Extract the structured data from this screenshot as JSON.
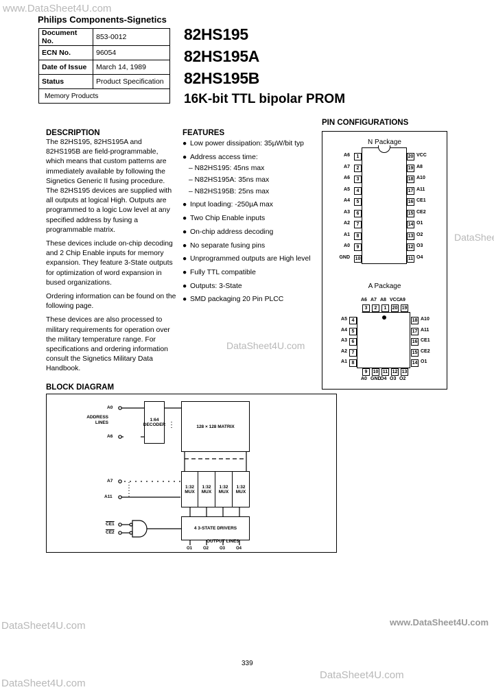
{
  "watermarks": {
    "top_left": "www.DataSheet4U.com",
    "right_edge": "DataShee",
    "middle": "DataSheet4U.com",
    "bottom_left_1": "DataSheet4U.com",
    "bottom_right_1": "www.DataSheet4U.com",
    "bottom_right_2": "DataSheet4U.com",
    "bottom_left_2": "DataSheet4U.com"
  },
  "header": {
    "company": "Philips Components-Signetics",
    "info_table": [
      {
        "key": "Document No.",
        "value": "853-0012"
      },
      {
        "key": "ECN No.",
        "value": "96054"
      },
      {
        "key": "Date of Issue",
        "value": "March 14, 1989"
      },
      {
        "key": "Status",
        "value": "Product Specification"
      }
    ],
    "category": "Memory Products",
    "part_numbers": [
      "82HS195",
      "82HS195A",
      "82HS195B"
    ],
    "subtitle": "16K-bit TTL bipolar PROM"
  },
  "description": {
    "heading": "DESCRIPTION",
    "paragraphs": [
      "The 82HS195, 82HS195A and 82HS195B are field-programmable, which means that custom patterns are immediately available by following the Signetics Generic II fusing procedure. The 82HS195 devices are supplied with all outputs at logical High. Outputs are programmed to a logic Low level at any specified address by fusing a programmable matrix.",
      "These devices include on-chip decoding and 2 Chip Enable inputs for memory expansion. They feature 3-State outputs for optimization of word expansion in bused organizations.",
      "Ordering information can be found on the following page.",
      "These devices are also processed to military requirements for operation over the military temperature range. For specifications and ordering information consult the Signetics Military Data Handbook."
    ]
  },
  "features": {
    "heading": "FEATURES",
    "items": [
      {
        "text": "Low power dissipation: 35µW/bit typ"
      },
      {
        "text": "Address access time:"
      },
      {
        "text": "Input loading: -250µA max"
      },
      {
        "text": "Two Chip Enable inputs"
      },
      {
        "text": "On-chip address decoding"
      },
      {
        "text": "No separate fusing pins"
      },
      {
        "text": "Unprogrammed outputs are High level"
      },
      {
        "text": "Fully TTL compatible"
      },
      {
        "text": "Outputs: 3-State"
      },
      {
        "text": "SMD packaging 20 Pin PLCC"
      }
    ],
    "access_times": [
      "– N82HS195: 45ns max",
      "– N82HS195A: 35ns max",
      "– N82HS195B: 25ns max"
    ],
    "bullet": "●"
  },
  "pin_configurations": {
    "heading": "PIN CONFIGURATIONS",
    "n_package": {
      "title": "N Package",
      "left": [
        {
          "name": "A6",
          "num": "1"
        },
        {
          "name": "A7",
          "num": "2"
        },
        {
          "name": "A6",
          "num": "3"
        },
        {
          "name": "A5",
          "num": "4"
        },
        {
          "name": "A4",
          "num": "5"
        },
        {
          "name": "A3",
          "num": "6"
        },
        {
          "name": "A2",
          "num": "7"
        },
        {
          "name": "A1",
          "num": "8"
        },
        {
          "name": "A0",
          "num": "9"
        },
        {
          "name": "GND",
          "num": "10"
        }
      ],
      "right": [
        {
          "name": "VCC",
          "num": "20"
        },
        {
          "name": "A8",
          "num": "19"
        },
        {
          "name": "A10",
          "num": "18"
        },
        {
          "name": "A11",
          "num": "17"
        },
        {
          "name": "CE1",
          "num": "16"
        },
        {
          "name": "CE2",
          "num": "15"
        },
        {
          "name": "O1",
          "num": "14"
        },
        {
          "name": "O2",
          "num": "13"
        },
        {
          "name": "O3",
          "num": "12"
        },
        {
          "name": "O4",
          "num": "11"
        }
      ]
    },
    "a_package": {
      "title": "A Package",
      "top": [
        {
          "name": "A6",
          "num": "3"
        },
        {
          "name": "A7",
          "num": "2"
        },
        {
          "name": "A8",
          "num": "1"
        },
        {
          "name": "VCC",
          "num": "20"
        },
        {
          "name": "A9",
          "num": "19"
        }
      ],
      "left": [
        {
          "name": "A5",
          "num": "4"
        },
        {
          "name": "A4",
          "num": "5"
        },
        {
          "name": "A3",
          "num": "6"
        },
        {
          "name": "A2",
          "num": "7"
        },
        {
          "name": "A1",
          "num": "8"
        }
      ],
      "right": [
        {
          "name": "A10",
          "num": "18"
        },
        {
          "name": "A11",
          "num": "17"
        },
        {
          "name": "CE1",
          "num": "16"
        },
        {
          "name": "CE2",
          "num": "15"
        },
        {
          "name": "O1",
          "num": "14"
        }
      ],
      "bottom": [
        {
          "name": "A0",
          "num": "9"
        },
        {
          "name": "GND",
          "num": "10"
        },
        {
          "name": "O4",
          "num": "11"
        },
        {
          "name": "O3",
          "num": "12"
        },
        {
          "name": "O2",
          "num": "13"
        }
      ]
    }
  },
  "block_diagram": {
    "heading": "BLOCK DIAGRAM",
    "inputs": {
      "a0": "A0",
      "a6": "A6",
      "a7": "A7",
      "a11": "A11",
      "ce1": "CE1",
      "ce2": "CE2",
      "address_lines": "ADDRESS LINES"
    },
    "decoder": "1:64 DECODER",
    "matrix": "128 × 128 MATRIX",
    "mux": [
      "1:32 MUX",
      "1:32 MUX",
      "1:32 MUX",
      "1:32 MUX"
    ],
    "drivers": "4 3-STATE DRIVERS",
    "outputs": [
      "O1",
      "O2",
      "O3",
      "O4"
    ],
    "output_label": "OUTPUT LINES"
  },
  "footer": {
    "page_number": "339"
  }
}
